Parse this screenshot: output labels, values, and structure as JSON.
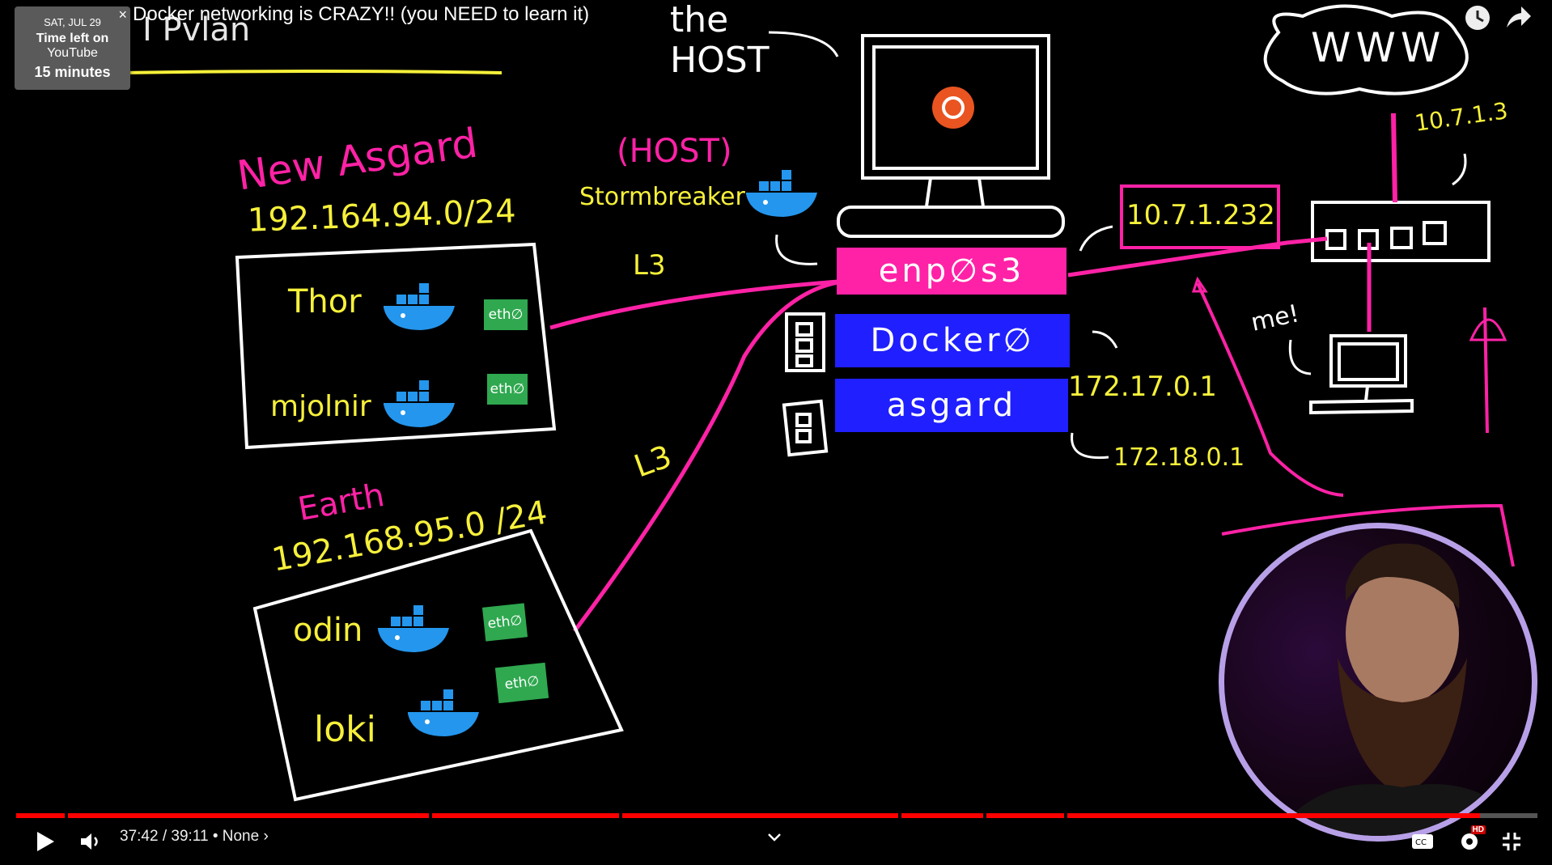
{
  "video": {
    "title": "Docker networking is CRAZY!! (you NEED to learn it)"
  },
  "reminder": {
    "date": "SAT, JUL 29",
    "line1": "Time left on",
    "line2": "YouTube",
    "line3": "15 minutes",
    "close": "×"
  },
  "diagram": {
    "header_left": "I Pvlan",
    "the_host": "the\nHOST",
    "www": "WWW",
    "ip_router": "10.7.1.3",
    "ip_host": "10.7.1.232",
    "host_tag": "(HOST)",
    "stormbreaker": "Stormbreaker",
    "l3_top": "L3",
    "l3_bottom": "L3",
    "new_asgard": "New Asgard",
    "new_asgard_subnet": "192.164.94.0/24",
    "thor": "Thor",
    "mjolnir": "mjolnir",
    "eth_thor": "eth∅",
    "eth_mjolnir": "eth∅",
    "earth": "Earth",
    "earth_subnet": "192.168.95.0 /24",
    "odin": "odin",
    "loki": "loki",
    "eth_odin": "eth∅",
    "eth_loki": "eth∅",
    "iface_enp": "enp∅s3",
    "iface_docker": "Docker∅",
    "iface_asgard": "asgard",
    "ip_docker": "172.17.0.1",
    "ip_asgard": "172.18.0.1",
    "me": "me!"
  },
  "player": {
    "time": "37:42 / 39:11",
    "chapter": "• None ›",
    "progress_fraction": 0.962,
    "hd_badge": "HD"
  },
  "icons": [
    "play-icon",
    "volume-icon",
    "chevron-down-icon",
    "captions-icon",
    "settings-icon",
    "exit-fullscreen-icon",
    "clock-icon",
    "share-icon"
  ],
  "colors": {
    "pink": "#ff22a6",
    "yellow": "#f6f03a",
    "blue": "#1f1fff",
    "docker_blue": "#2496ed",
    "eth_green": "#2fa84f",
    "progress": "#ff0000"
  }
}
